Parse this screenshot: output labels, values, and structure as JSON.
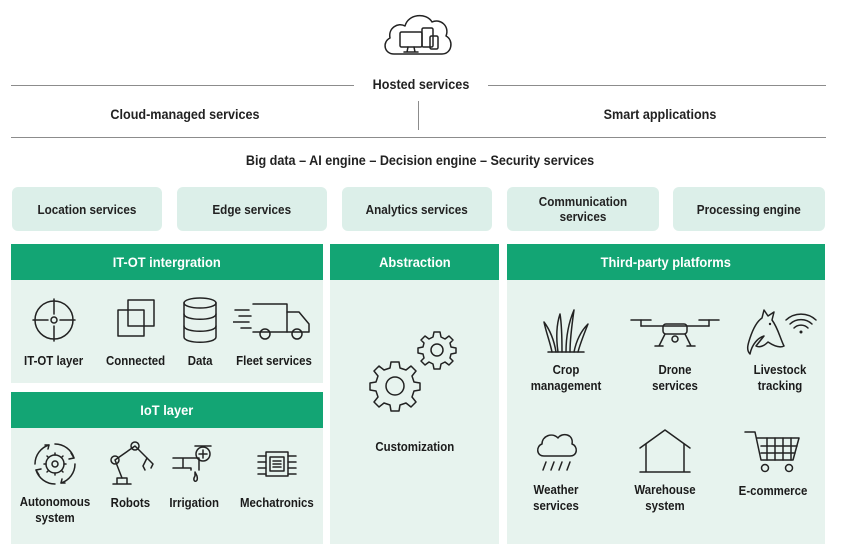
{
  "header": {
    "hosted_services": "Hosted services",
    "cloud_managed": "Cloud-managed services",
    "smart_applications": "Smart applications",
    "big_data_line": "Big data – AI engine – Decision engine – Security services"
  },
  "services": [
    {
      "label": "Location services"
    },
    {
      "label": "Edge services"
    },
    {
      "label": "Analytics services"
    },
    {
      "label": "Communication services"
    },
    {
      "label": "Processing engine"
    }
  ],
  "it_ot": {
    "title": "IT-OT intergration",
    "items": [
      {
        "label": "IT-OT layer",
        "icon": "crosshair-icon"
      },
      {
        "label": "Connected",
        "icon": "overlapping-squares-icon"
      },
      {
        "label": "Data",
        "icon": "database-icon"
      },
      {
        "label": "Fleet services",
        "icon": "truck-icon"
      }
    ]
  },
  "iot": {
    "title": "IoT layer",
    "items": [
      {
        "label": "Autonomous system",
        "icon": "autonomous-gear-icon"
      },
      {
        "label": "Robots",
        "icon": "robot-arm-icon"
      },
      {
        "label": "Irrigation",
        "icon": "valve-icon"
      },
      {
        "label": "Mechatronics",
        "icon": "chip-icon"
      }
    ]
  },
  "abstraction": {
    "title": "Abstraction",
    "item": {
      "label": "Customization",
      "icon": "gears-icon"
    }
  },
  "third_party": {
    "title": "Third-party platforms",
    "items": [
      {
        "label": "Crop management",
        "icon": "crop-icon"
      },
      {
        "label": "Drone services",
        "icon": "drone-icon"
      },
      {
        "label": "Livestock tracking",
        "icon": "horse-wifi-icon"
      },
      {
        "label": "Weather services",
        "icon": "rain-cloud-icon"
      },
      {
        "label": "Warehouse system",
        "icon": "warehouse-icon"
      },
      {
        "label": "E-commerce",
        "icon": "cart-icon"
      }
    ]
  },
  "colors": {
    "accent": "#13a574",
    "panel": "#e7f3ee",
    "pill": "#dcefe9"
  }
}
